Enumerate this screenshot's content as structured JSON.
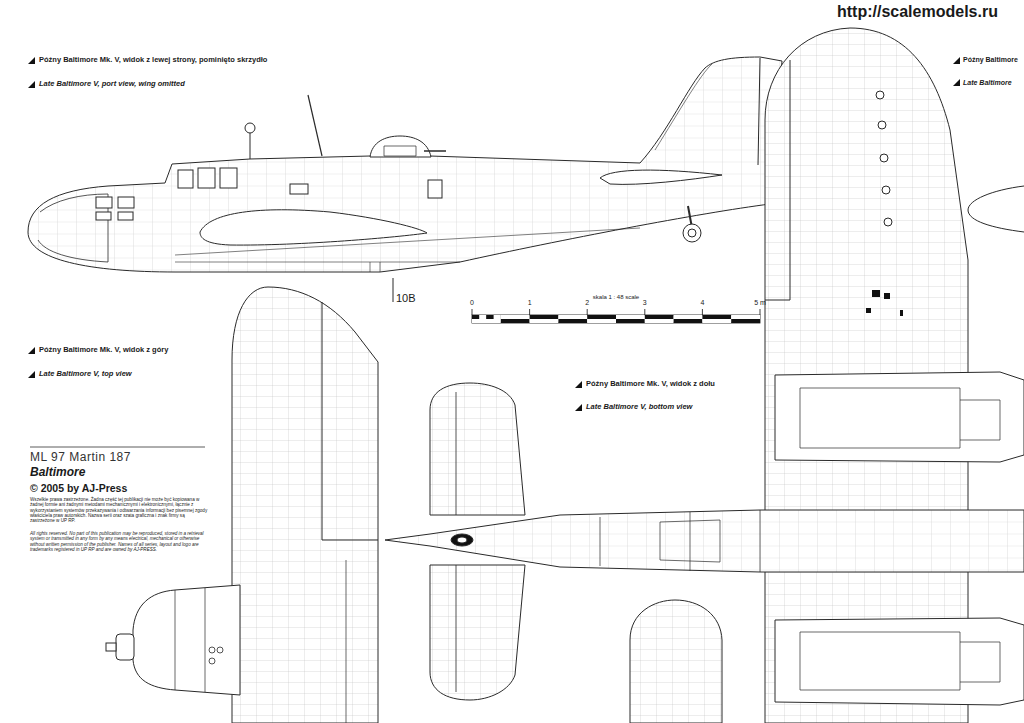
{
  "diagram": {
    "labels": [
      "http://scalemodels.ru",
      "Późny Baltimore Mk. V, widok z lewej strony, pominięto skrzydło",
      "Late Baltimore V, port view, wing omitted",
      "Późny Baltimore",
      "Late Baltimore",
      "skala 1 : 48 scale",
      "0",
      "1",
      "2",
      "3",
      "4",
      "5 m",
      "10B",
      "Późny Baltimore Mk. V, widok z góry",
      "Late Baltimore V, top view",
      "Późny Baltimore Mk. V, widok z dołu",
      "Late Baltimore V, bottom view",
      "ML 97 Martin 187",
      "Baltimore",
      "© 2005 by AJ-Press",
      "Wszelkie prawa zastrzeżone. Żadna część tej publikacji nie może być kopiowana w żadnej formie ani żadnymi metodami mechanicznymi i elektronicznymi, łącznie z wykorzystaniem systemów przekazywania i odtwarzania informacji bez pisemnej zgody właściciela praw autorskich. Nazwa serii oraz szata graficzna i znak firmy są zastrzeżone w UP RP.",
      "All rights reserved. No part of this publication may be reproduced, stored in a retrieval system or transmitted in any form by any means electrical, mechanical or otherwise without written permission of the publisher. Names of all series, layout and logo are trademarks registered in UP RP and are owned by AJ-PRESS."
    ]
  }
}
